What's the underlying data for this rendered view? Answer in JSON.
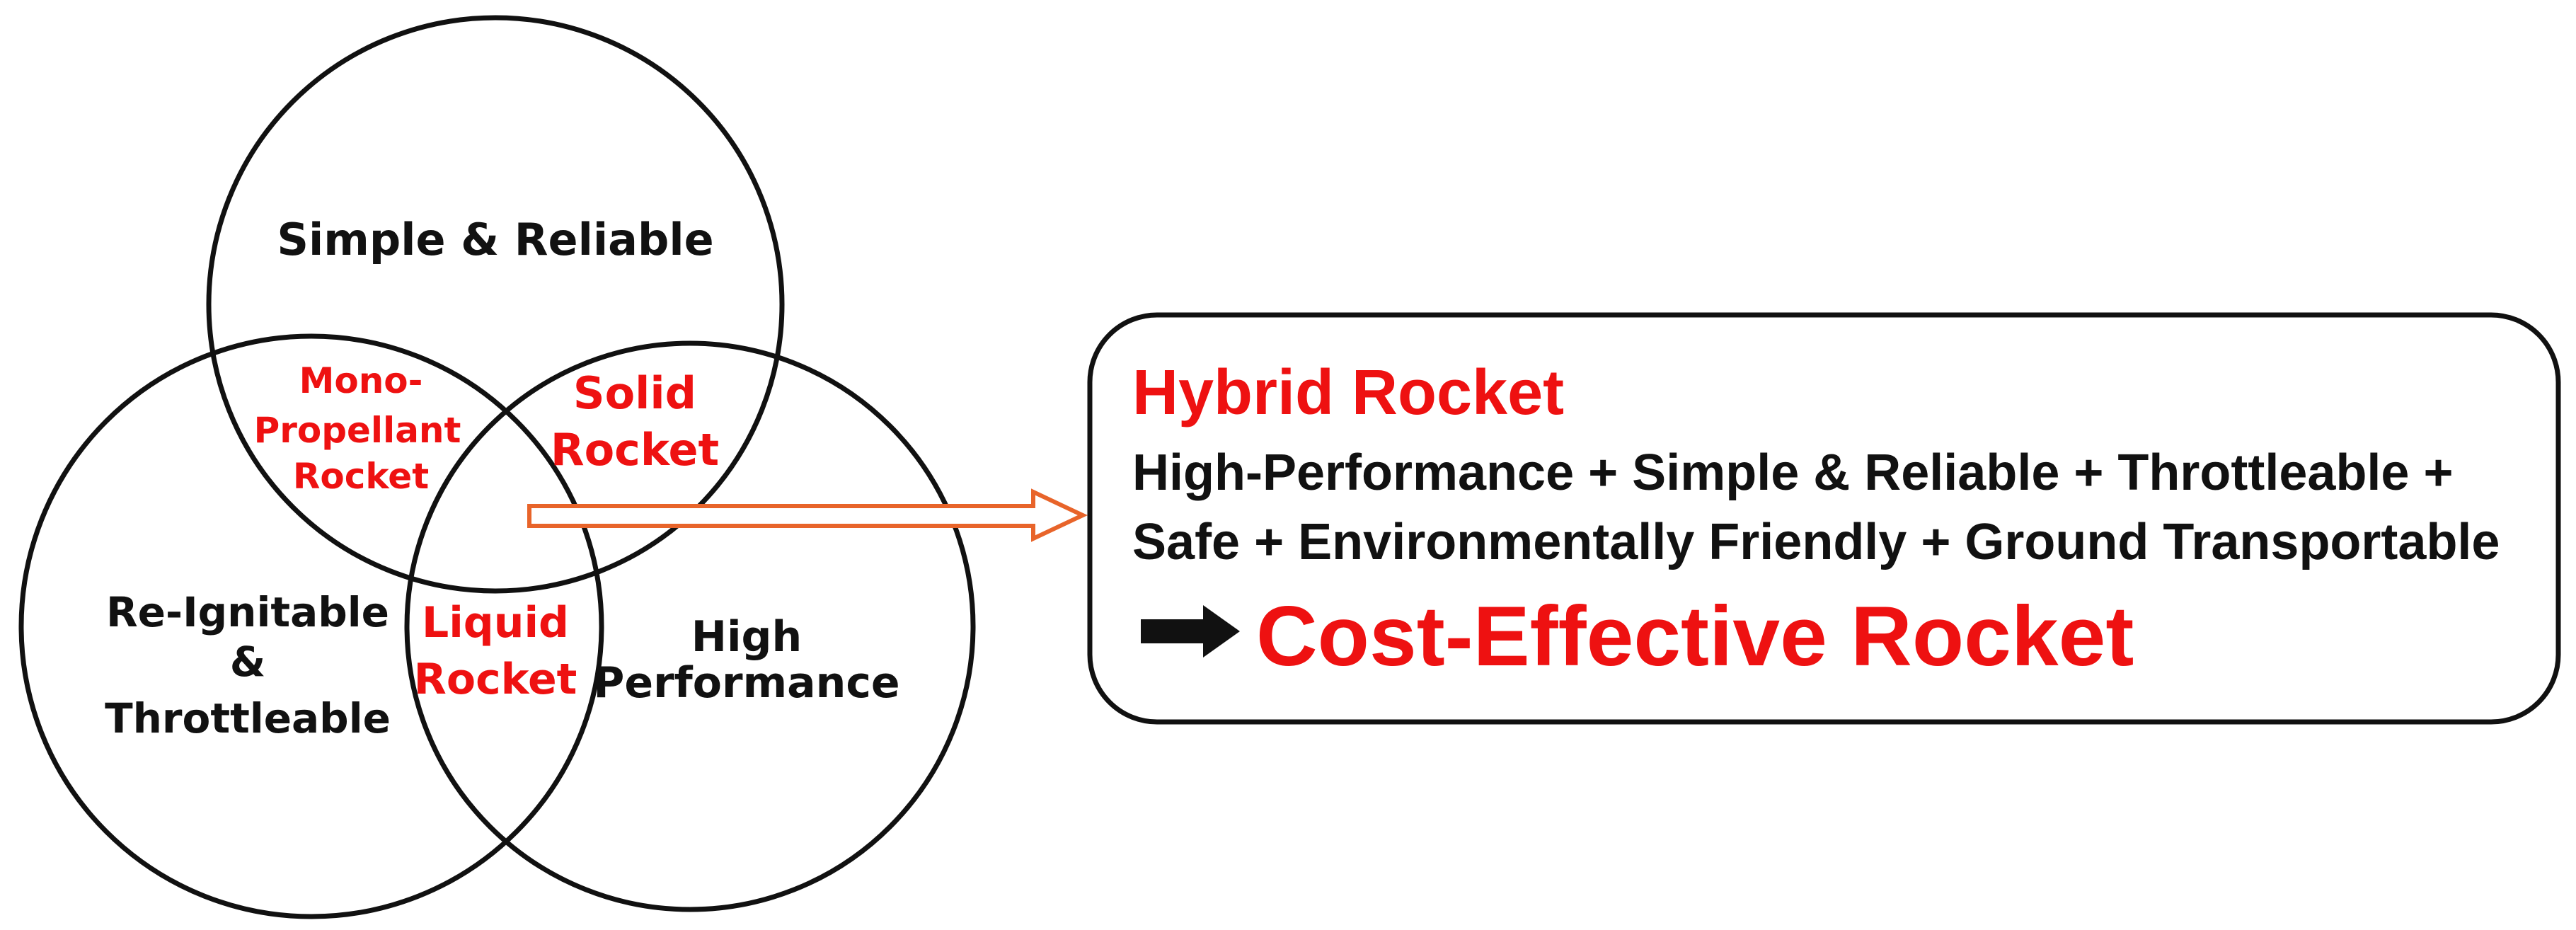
{
  "venn": {
    "top_circle_label": "Simple & Reliable",
    "left_circle_label": [
      "Re-Ignitable",
      "&",
      "Throttleable"
    ],
    "right_circle_label": [
      "High",
      "Performance"
    ],
    "top_left_overlap": [
      "Mono-",
      "Propellant",
      "Rocket"
    ],
    "top_right_overlap": [
      "Solid",
      "Rocket"
    ],
    "bottom_overlap": [
      "Liquid",
      "Rocket"
    ]
  },
  "summary_box": {
    "title": "Hybrid Rocket",
    "lines": [
      "High-Performance + Simple & Reliable + Throttleable +",
      "Safe + Environmentally Friendly + Ground Transportable"
    ],
    "result": "Cost-Effective Rocket"
  },
  "icons": {
    "connector": "hollow-right-arrow-icon",
    "result_arrow": "solid-right-arrow-icon"
  },
  "colors": {
    "label_black": "#111111",
    "highlight_red": "#ee1111",
    "connector_orange": "#e8642a",
    "outline": "#111111"
  }
}
